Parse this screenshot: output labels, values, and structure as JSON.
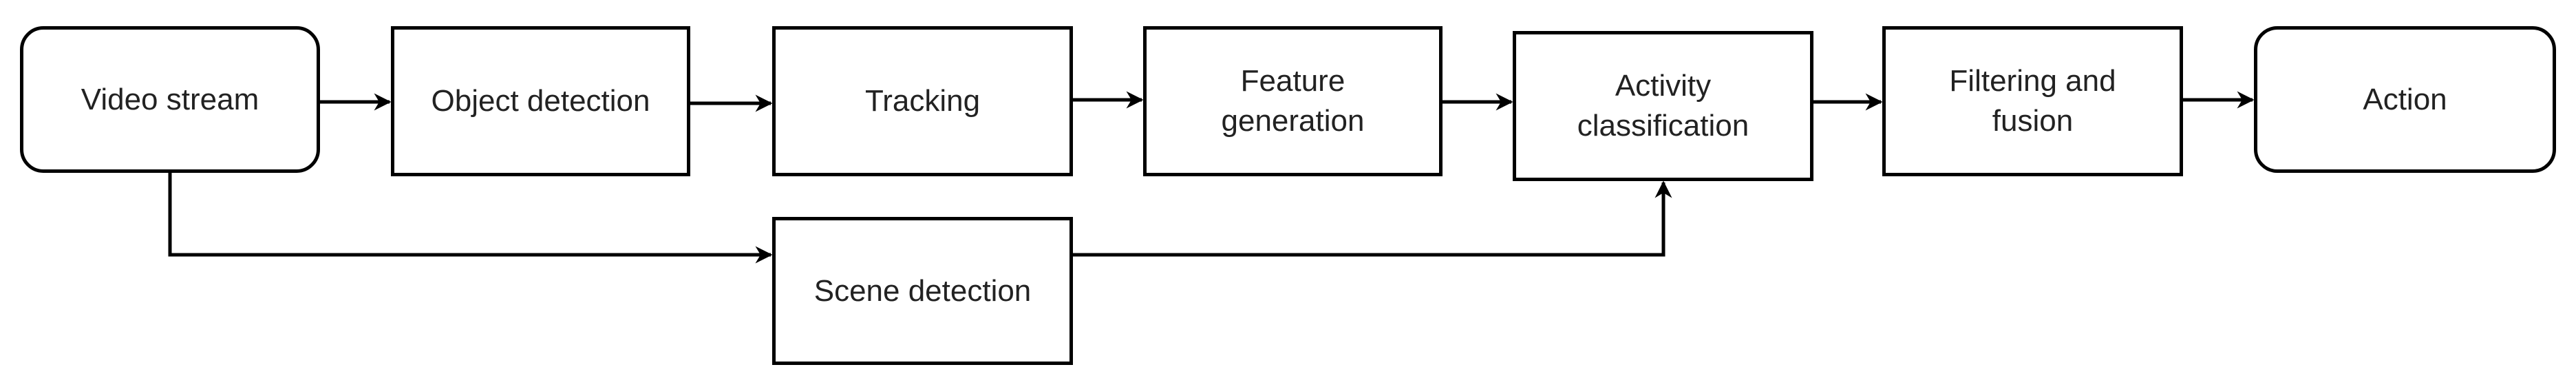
{
  "diagram": {
    "type": "flowchart",
    "direction": "left-to-right",
    "colors": {
      "stroke": "#000000",
      "fill": "#ffffff",
      "text": "#222222"
    },
    "nodes": [
      {
        "id": "video_stream",
        "label": "Video stream",
        "shape": "rounded-rect"
      },
      {
        "id": "object_detection",
        "label": "Object detection",
        "shape": "rect"
      },
      {
        "id": "tracking",
        "label": "Tracking",
        "shape": "rect"
      },
      {
        "id": "feature_generation",
        "label": "Feature generation",
        "shape": "rect"
      },
      {
        "id": "activity_classification",
        "label": "Activity classification",
        "shape": "rect"
      },
      {
        "id": "filtering_fusion",
        "label": "Filtering and fusion",
        "shape": "rect"
      },
      {
        "id": "action",
        "label": "Action",
        "shape": "rounded-rect"
      },
      {
        "id": "scene_detection",
        "label": "Scene detection",
        "shape": "rect"
      }
    ],
    "edges": [
      {
        "from": "video_stream",
        "to": "object_detection"
      },
      {
        "from": "object_detection",
        "to": "tracking"
      },
      {
        "from": "tracking",
        "to": "feature_generation"
      },
      {
        "from": "feature_generation",
        "to": "activity_classification"
      },
      {
        "from": "activity_classification",
        "to": "filtering_fusion"
      },
      {
        "from": "filtering_fusion",
        "to": "action"
      },
      {
        "from": "video_stream",
        "to": "scene_detection"
      },
      {
        "from": "scene_detection",
        "to": "activity_classification"
      }
    ]
  }
}
